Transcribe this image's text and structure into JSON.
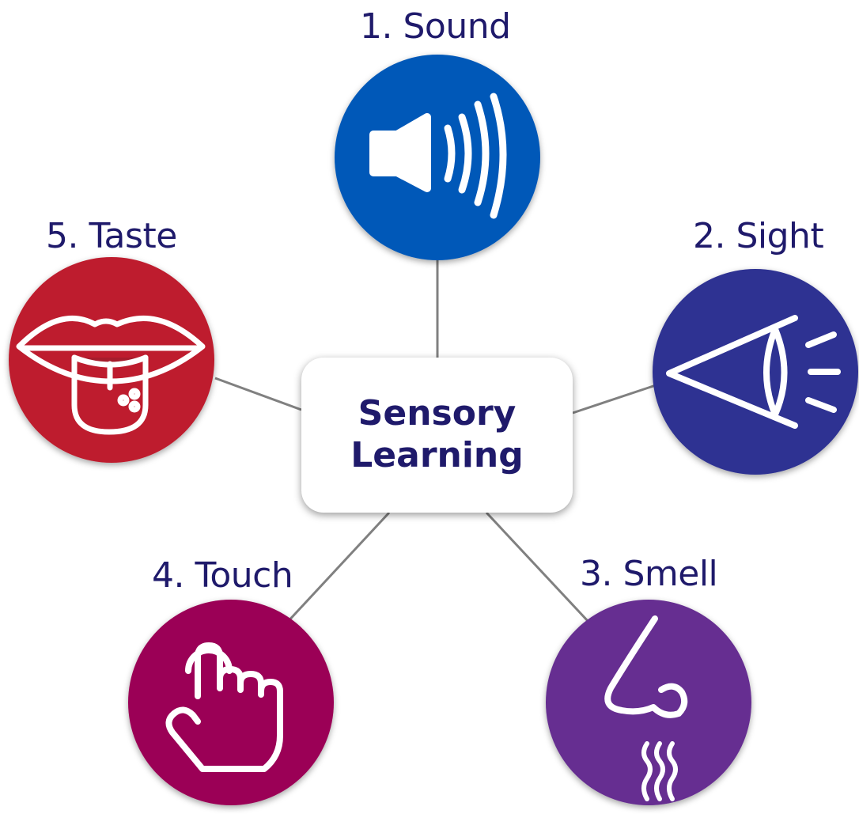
{
  "center": {
    "line1": "Sensory",
    "line2": "Learning"
  },
  "senses": [
    {
      "label": "1. Sound",
      "icon": "speaker-icon",
      "color": "#0059b8"
    },
    {
      "label": "2. Sight",
      "icon": "eye-icon",
      "color": "#2e3192"
    },
    {
      "label": "3. Smell",
      "icon": "nose-icon",
      "color": "#662d91"
    },
    {
      "label": "4. Touch",
      "icon": "pointing-hand-icon",
      "color": "#9b0056"
    },
    {
      "label": "5. Taste",
      "icon": "tongue-icon",
      "color": "#be1e2d"
    }
  ]
}
